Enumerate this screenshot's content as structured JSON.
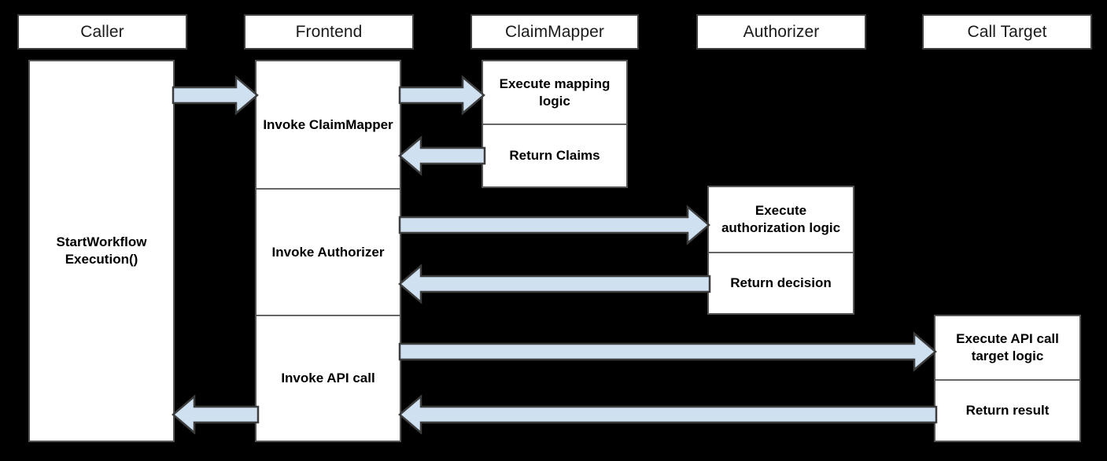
{
  "diagram": {
    "type": "sequence-diagram",
    "title": "",
    "background_color": "#000000",
    "box_fill": "#ffffff",
    "box_border": "#555555",
    "arrow_fill": "#cfe0f0",
    "arrow_border": "#3d3d3d"
  },
  "lifelines": [
    {
      "id": "caller",
      "label": "Caller"
    },
    {
      "id": "frontend",
      "label": "Frontend"
    },
    {
      "id": "claimmapper",
      "label": "ClaimMapper"
    },
    {
      "id": "authorizer",
      "label": "Authorizer"
    },
    {
      "id": "calltarget",
      "label": "Call Target"
    }
  ],
  "activations": {
    "caller": {
      "segments": [
        {
          "label": "StartWorkflow Execution()"
        }
      ]
    },
    "frontend": {
      "segments": [
        {
          "label": "Invoke ClaimMapper"
        },
        {
          "label": "Invoke Authorizer"
        },
        {
          "label": "Invoke API call"
        }
      ]
    },
    "claimmapper": {
      "segments": [
        {
          "label": "Execute mapping logic"
        },
        {
          "label": "Return Claims"
        }
      ]
    },
    "authorizer": {
      "segments": [
        {
          "label": "Execute authorization logic"
        },
        {
          "label": "Return decision"
        }
      ]
    },
    "calltarget": {
      "segments": [
        {
          "label": "Execute API call target logic"
        },
        {
          "label": "Return result"
        }
      ]
    }
  },
  "messages": [
    {
      "id": "m1",
      "from": "caller",
      "to": "frontend",
      "direction": "right",
      "label": ""
    },
    {
      "id": "m2",
      "from": "frontend",
      "to": "claimmapper",
      "direction": "right",
      "label": ""
    },
    {
      "id": "m3",
      "from": "claimmapper",
      "to": "frontend",
      "direction": "left",
      "label": ""
    },
    {
      "id": "m4",
      "from": "frontend",
      "to": "authorizer",
      "direction": "right",
      "label": ""
    },
    {
      "id": "m5",
      "from": "authorizer",
      "to": "frontend",
      "direction": "left",
      "label": ""
    },
    {
      "id": "m6",
      "from": "frontend",
      "to": "calltarget",
      "direction": "right",
      "label": ""
    },
    {
      "id": "m7",
      "from": "calltarget",
      "to": "frontend",
      "direction": "left",
      "label": ""
    },
    {
      "id": "m8",
      "from": "frontend",
      "to": "caller",
      "direction": "left",
      "label": ""
    }
  ]
}
